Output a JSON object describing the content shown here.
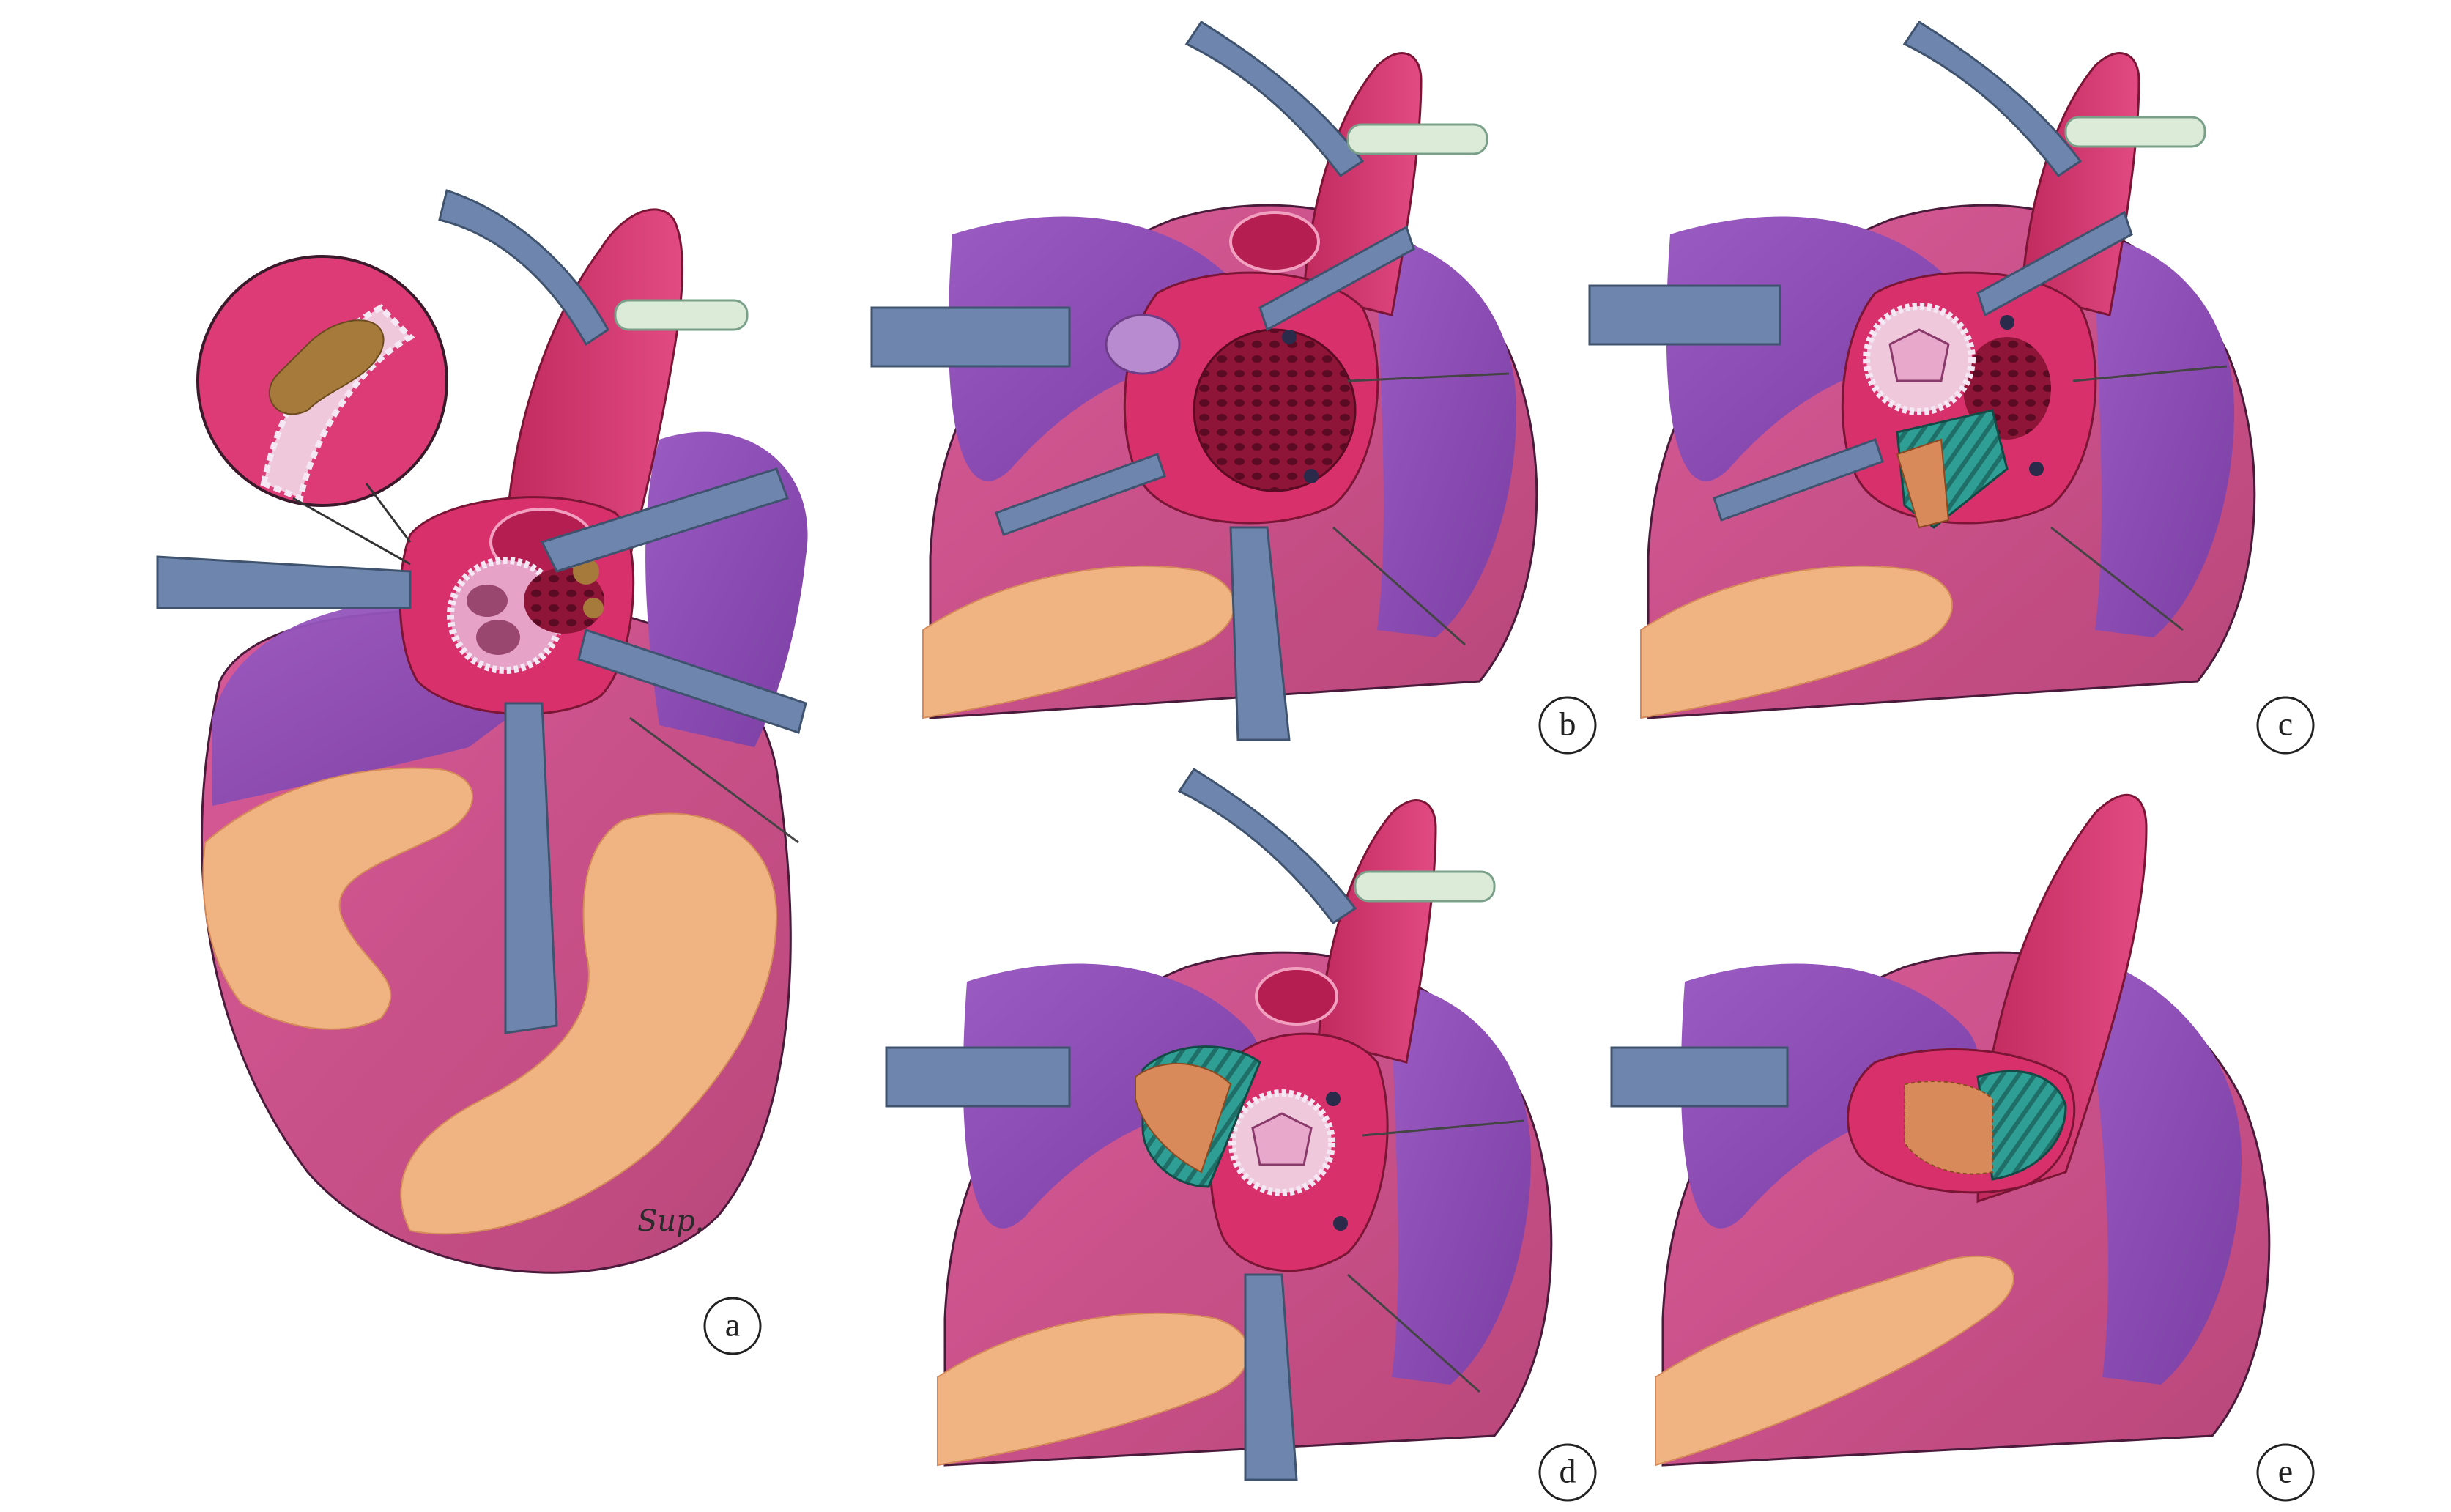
{
  "figure": {
    "panels": [
      {
        "id": "a",
        "label": "a"
      },
      {
        "id": "b",
        "label": "b"
      },
      {
        "id": "c",
        "label": "c"
      },
      {
        "id": "d",
        "label": "d"
      },
      {
        "id": "e",
        "label": "e"
      }
    ],
    "signature": "Sup.",
    "colors": {
      "myocardium": "#cc4f86",
      "aorta": "#d8306a",
      "fat": "#f0b482",
      "veins": "#8a4fb0",
      "retractor": "#6e86ad",
      "tissue_dark": "#8a1032",
      "patch_teal": "#2f9f95",
      "patch_orange": "#d88a5a",
      "valve_ring": "#f4e8f4",
      "annulus_calcium": "#a57a3a",
      "tube_green": "#dcead8"
    },
    "icons": [
      "retractor",
      "suture-line",
      "valve-prosthesis",
      "pericardial-patch",
      "bypass-tube"
    ]
  }
}
